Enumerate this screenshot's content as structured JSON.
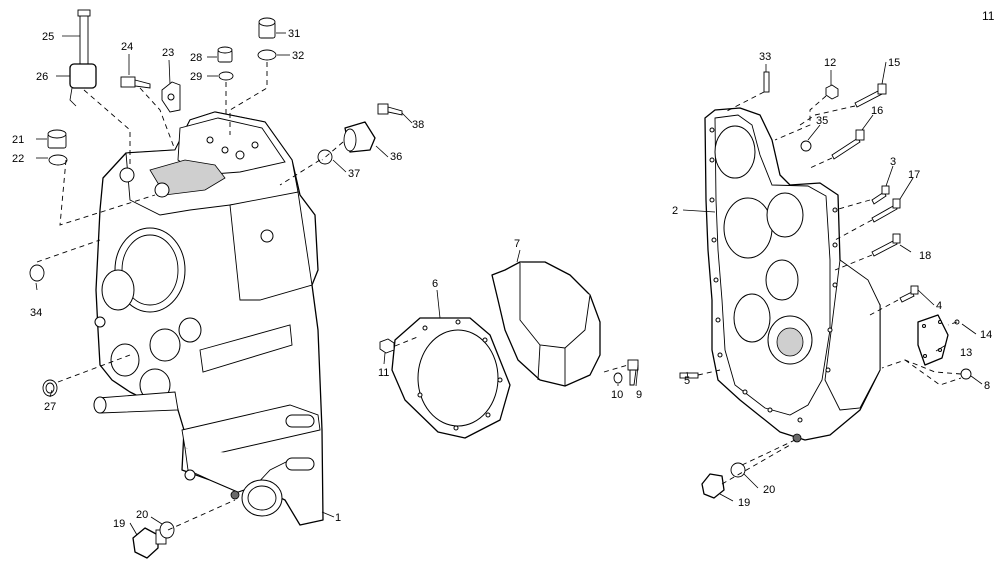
{
  "page_number": "11",
  "callouts": {
    "c1": "1",
    "c2": "2",
    "c3": "3",
    "c4": "4",
    "c5": "5",
    "c6": "6",
    "c7": "7",
    "c8": "8",
    "c9": "9",
    "c10": "10",
    "c11": "11",
    "c12": "12",
    "c13": "13",
    "c14": "14",
    "c15": "15",
    "c16": "16",
    "c17": "17",
    "c18": "18",
    "c19a": "19",
    "c19b": "19",
    "c20a": "20",
    "c20b": "20",
    "c21": "21",
    "c22": "22",
    "c23": "23",
    "c24": "24",
    "c25": "25",
    "c26": "26",
    "c27": "27",
    "c28": "28",
    "c29": "29",
    "c31": "31",
    "c32": "32",
    "c33": "33",
    "c34": "34",
    "c35": "35",
    "c36": "36",
    "c37": "37",
    "c38": "38"
  }
}
